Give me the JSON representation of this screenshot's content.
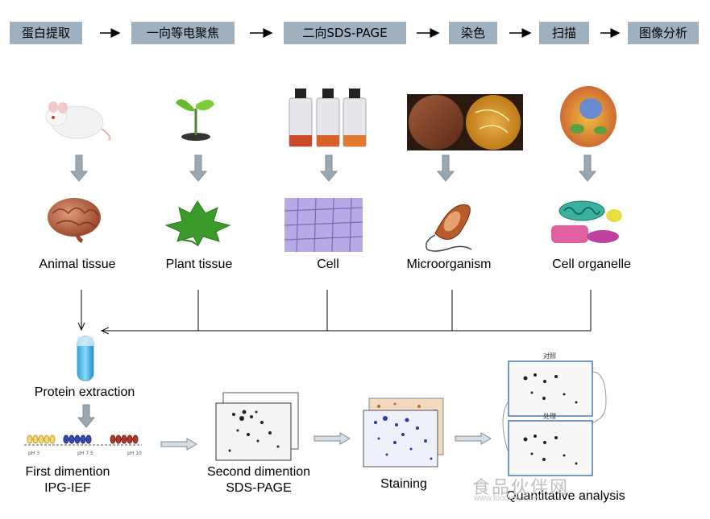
{
  "workflow_steps": [
    "蛋白提取",
    "一向等电聚焦",
    "二向SDS-PAGE",
    "染色",
    "扫描",
    "图像分析"
  ],
  "sources": [
    "Animal tissue",
    "Plant tissue",
    "Cell",
    "Microorganism",
    "Cell organelle"
  ],
  "process": {
    "extraction": "Protein extraction",
    "first_dim_line1": "First dimention",
    "first_dim_line2": "IPG-IEF",
    "second_dim_line1": "Second dimention",
    "second_dim_line2": "SDS-PAGE",
    "staining": "Staining",
    "quant": "Quantitative analysis"
  },
  "gel_labels": {
    "control": "对照",
    "treatment": "处理"
  },
  "ipg_ph_labels": [
    "pH 3",
    "pH 7.5",
    "pH 10"
  ],
  "watermark": {
    "main": "食品伙伴网",
    "url": "www.foodmate.net"
  }
}
